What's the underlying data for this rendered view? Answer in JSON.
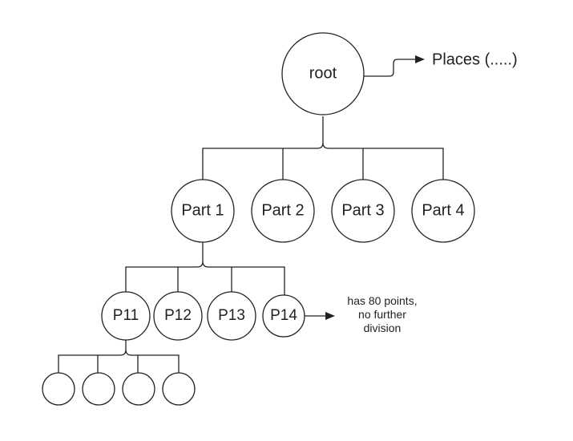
{
  "diagram": {
    "root": {
      "label": "root"
    },
    "places_label": "Places (.....)",
    "level1": [
      {
        "label": "Part 1"
      },
      {
        "label": "Part 2"
      },
      {
        "label": "Part 3"
      },
      {
        "label": "Part 4"
      }
    ],
    "level2": [
      {
        "label": "P11"
      },
      {
        "label": "P12"
      },
      {
        "label": "P13"
      },
      {
        "label": "P14"
      }
    ],
    "level3_count": 4,
    "p14_note": [
      "has 80 points,",
      "no further",
      "division"
    ]
  },
  "colors": {
    "line": "#222222",
    "fill": "#ffffff",
    "text": "#222222"
  }
}
